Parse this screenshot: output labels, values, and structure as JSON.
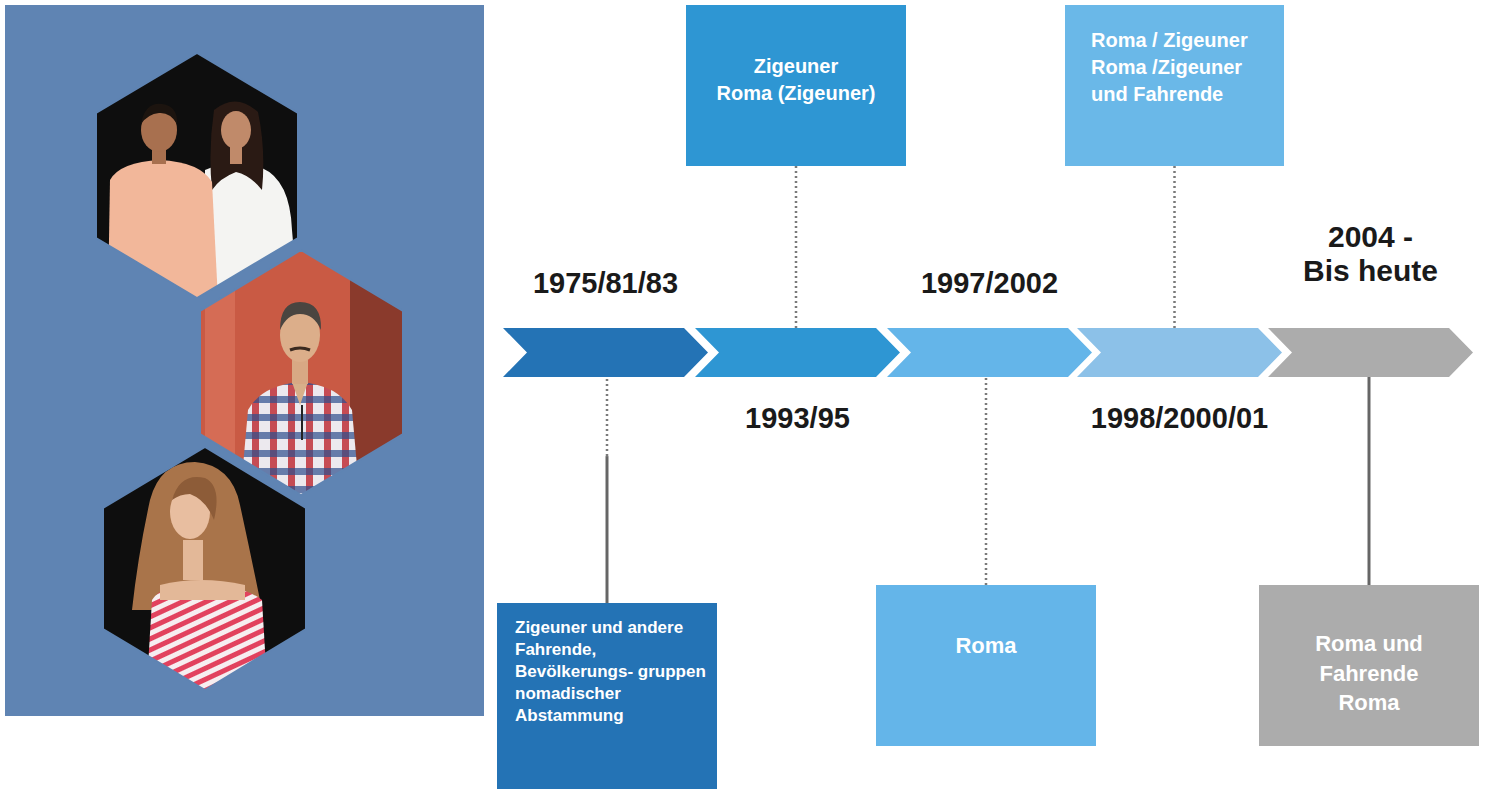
{
  "diagram": {
    "nodes": [
      {
        "text": [
          "Zigeuner",
          "Roma (Zigeuner)"
        ]
      },
      {
        "text": [
          "Roma / Zigeuner",
          "Roma /Zigeuner und Fahrende"
        ]
      },
      {
        "text": [
          "1975/81/83"
        ]
      },
      {
        "text": [
          "1993/95"
        ]
      },
      {
        "text": [
          "1997/2002"
        ]
      },
      {
        "text": [
          "1998/2000/01"
        ]
      },
      {
        "text": [
          "2004 - Bis heute"
        ]
      },
      {
        "text": [
          "Zigeuner und andere Fahrende, Bevölkerungs- gruppen nomadischer Abstammung"
        ]
      },
      {
        "text": [
          "Roma"
        ]
      },
      {
        "text": [
          "Roma und Fahrende Roma"
        ]
      }
    ],
    "edges": [
      {
        "from": 0,
        "to": 3,
        "arrow": "none"
      },
      {
        "from": 1,
        "to": 5,
        "arrow": "none"
      },
      {
        "from": 7,
        "to": 2,
        "arrow": "none"
      },
      {
        "from": 8,
        "to": 4,
        "arrow": "none"
      },
      {
        "from": 9,
        "to": 6,
        "arrow": "none"
      }
    ]
  }
}
